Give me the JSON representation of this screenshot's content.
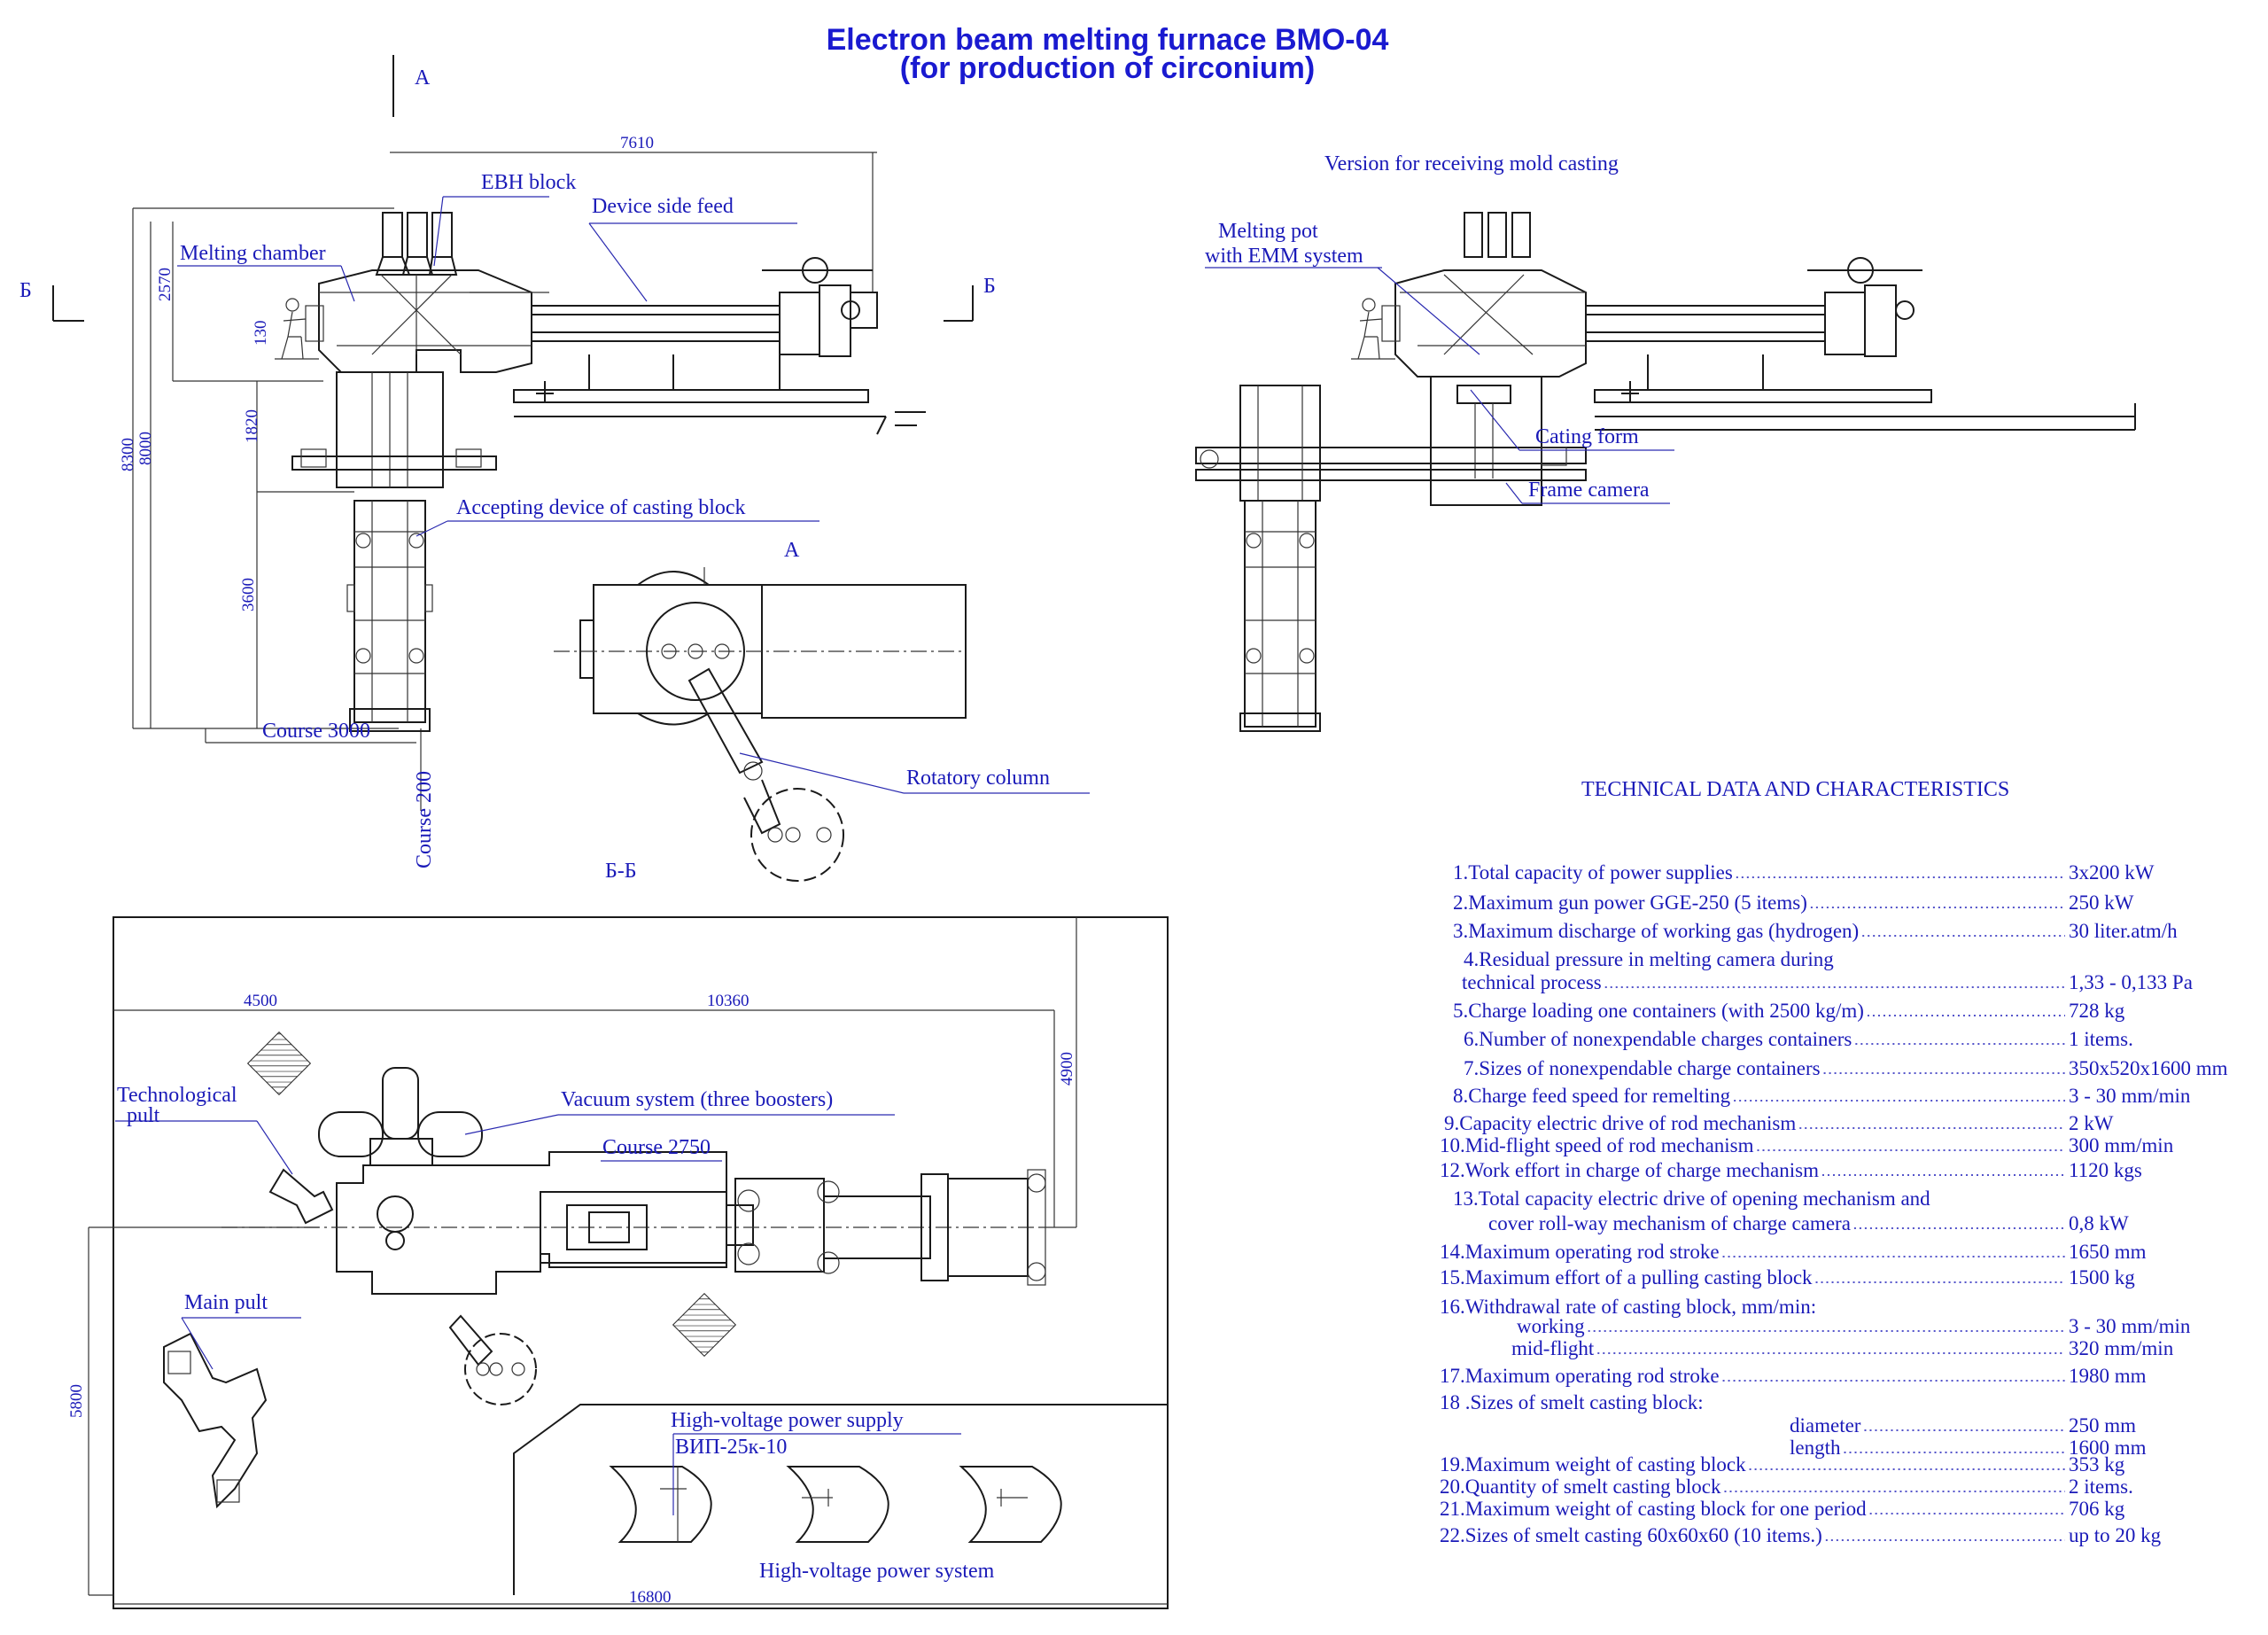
{
  "title": {
    "line1": "Electron beam melting furnace BMO-04",
    "line2": "(for production of circonium)"
  },
  "section_marks": {
    "a_top": "A",
    "a_view": "A",
    "b_left": "Б",
    "b_right": "Б",
    "bb_view": "Б-Б"
  },
  "front_view": {
    "labels": {
      "ebh_block": "EBH block",
      "device_side_feed": "Device side feed",
      "melting_chamber": "Melting chamber",
      "accepting_device": "Accepting device of casting block",
      "course_3000": "Course 3000",
      "course_200": "Course 200"
    },
    "dimensions": {
      "d7610": "7610",
      "d2570": "2570",
      "d130": "130",
      "d1820": "1820",
      "d8300": "8300",
      "d8000": "8000",
      "d3600": "3600"
    }
  },
  "mold_version": {
    "heading": "Version for receiving mold casting",
    "melting_pot_1": "Melting pot",
    "melting_pot_2": "with EMM system",
    "cating_form": "Cating form",
    "frame_camera": "Frame camera"
  },
  "view_a": {
    "rotatory_column": "Rotatory column"
  },
  "plan_view": {
    "technological_pult_1": "Technological",
    "technological_pult_2": "pult",
    "vacuum_system": "Vacuum system (three boosters)",
    "course_2750": "Course 2750",
    "main_pult": "Main pult",
    "hv_supply": "High-voltage power supply",
    "hv_model": "ВИП-25к-10",
    "hv_system": "High-voltage power system",
    "dimensions": {
      "d4500": "4500",
      "d10360": "10360",
      "d4900": "4900",
      "d5800": "5800",
      "d16800": "16800"
    }
  },
  "tech_data": {
    "heading": "TECHNICAL  DATA AND CHARACTERISTICS",
    "rows": [
      {
        "text": "1.Total capacity of power supplies",
        "value": "3x200 kW"
      },
      {
        "text": "2.Maximum gun power GGE-250 (5 items)",
        "value": "250 kW"
      },
      {
        "text": "3.Maximum discharge of working gas (hydrogen)",
        "value": "30 liter.atm/h"
      },
      {
        "text": "4.Residual pressure in melting camera during",
        "value": ""
      },
      {
        "text": "technical process",
        "value": "1,33 - 0,133 Pa"
      },
      {
        "text": "5.Charge loading one containers (with 2500 kg/m)",
        "value": "728 kg"
      },
      {
        "text": "6.Number of nonexpendable charges containers",
        "value": "1 items."
      },
      {
        "text": "7.Sizes of nonexpendable charge containers",
        "value": "350x520x1600 mm"
      },
      {
        "text": "8.Charge feed speed for remelting",
        "value": "3 - 30 mm/min"
      },
      {
        "text": "9.Capacity electric drive of rod mechanism",
        "value": "2 kW"
      },
      {
        "text": "10.Mid-flight speed of rod mechanism",
        "value": "300 mm/min"
      },
      {
        "text": "12.Work effort in charge of charge mechanism",
        "value": "1120 kgs"
      },
      {
        "text": "13.Total capacity electric drive of opening mechanism and",
        "value": ""
      },
      {
        "text": "cover roll-way mechanism  of  charge camera",
        "value": "0,8 kW"
      },
      {
        "text": "14.Maximum operating rod stroke",
        "value": "1650 mm"
      },
      {
        "text": "15.Maximum effort of a pulling casting block",
        "value": "1500 kg"
      },
      {
        "text": "16.Withdrawal rate of casting block, mm/min:",
        "value": ""
      },
      {
        "text": "working",
        "value": "3 - 30 mm/min"
      },
      {
        "text": "mid-flight",
        "value": "320 mm/min"
      },
      {
        "text": "17.Maximum operating rod stroke",
        "value": "1980 mm"
      },
      {
        "text": "18 .Sizes of smelt casting block:",
        "value": ""
      },
      {
        "text": "diameter",
        "value": "250 mm"
      },
      {
        "text": "length",
        "value": "1600 mm"
      },
      {
        "text": "19.Maximum weight of casting block",
        "value": "353 kg"
      },
      {
        "text": "20.Quantity of smelt casting block",
        "value": "2 items."
      },
      {
        "text": "21.Maximum weight of casting block  for one period",
        "value": "706 kg"
      },
      {
        "text": "22.Sizes of smelt casting 60x60x60 (10 items.)",
        "value": "up to 20 kg"
      }
    ]
  }
}
